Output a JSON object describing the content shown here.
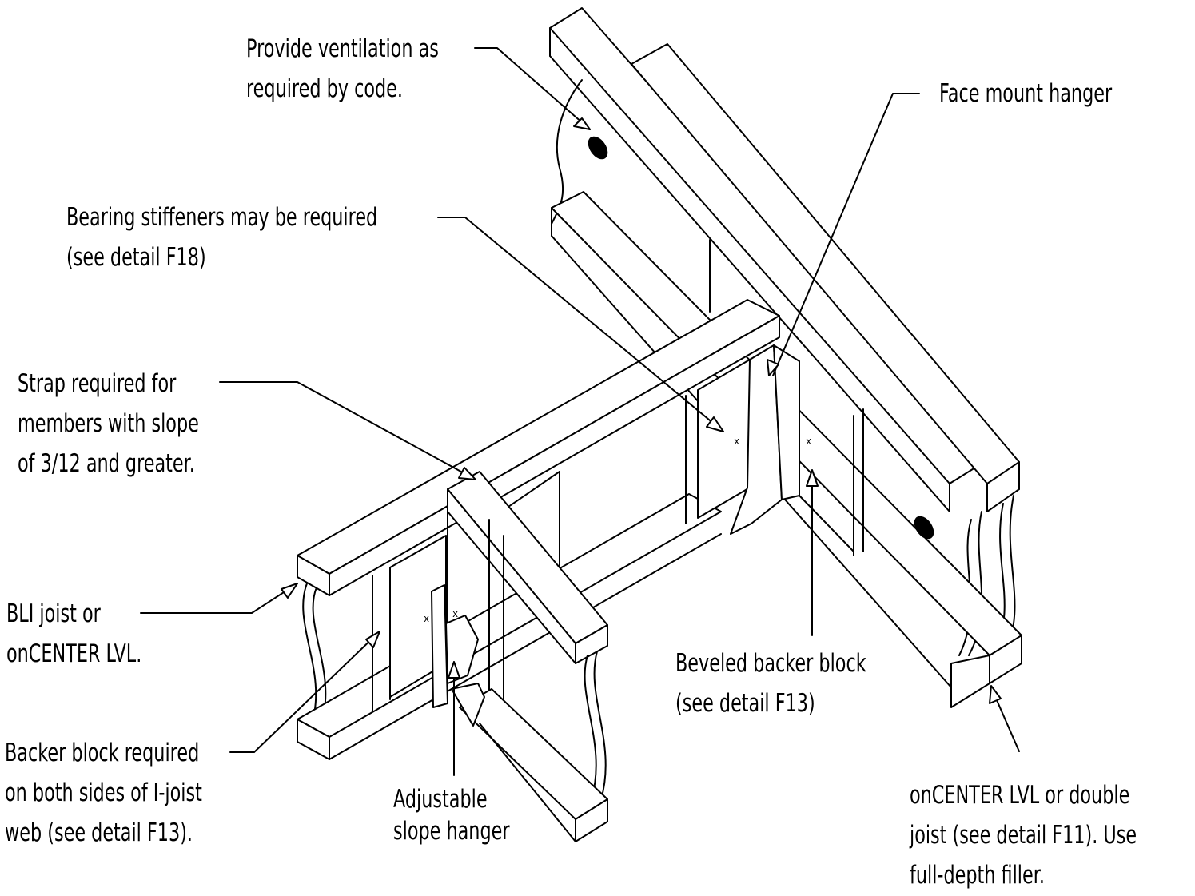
{
  "callouts": {
    "ventilation": [
      "Provide ventilation as",
      "required by code."
    ],
    "face_mount": [
      "Face mount hanger"
    ],
    "bearing": [
      "Bearing stiffeners may be required",
      "(see detail F18)"
    ],
    "strap": [
      "Strap required for",
      "members with slope",
      "of 3/12 and greater."
    ],
    "bli": [
      "BLI joist or",
      "onCENTER LVL."
    ],
    "beveled": [
      "Beveled backer block",
      "(see detail F13)"
    ],
    "backer": [
      "Backer block required",
      "on both sides of I-joist",
      "web (see detail F13)."
    ],
    "adjustable": [
      "Adjustable",
      "slope hanger"
    ],
    "oncenter": [
      "onCENTER LVL or double",
      "joist (see detail F11). Use",
      "full-depth filler."
    ]
  },
  "colors": {
    "line": "#000000",
    "background": "#ffffff"
  }
}
